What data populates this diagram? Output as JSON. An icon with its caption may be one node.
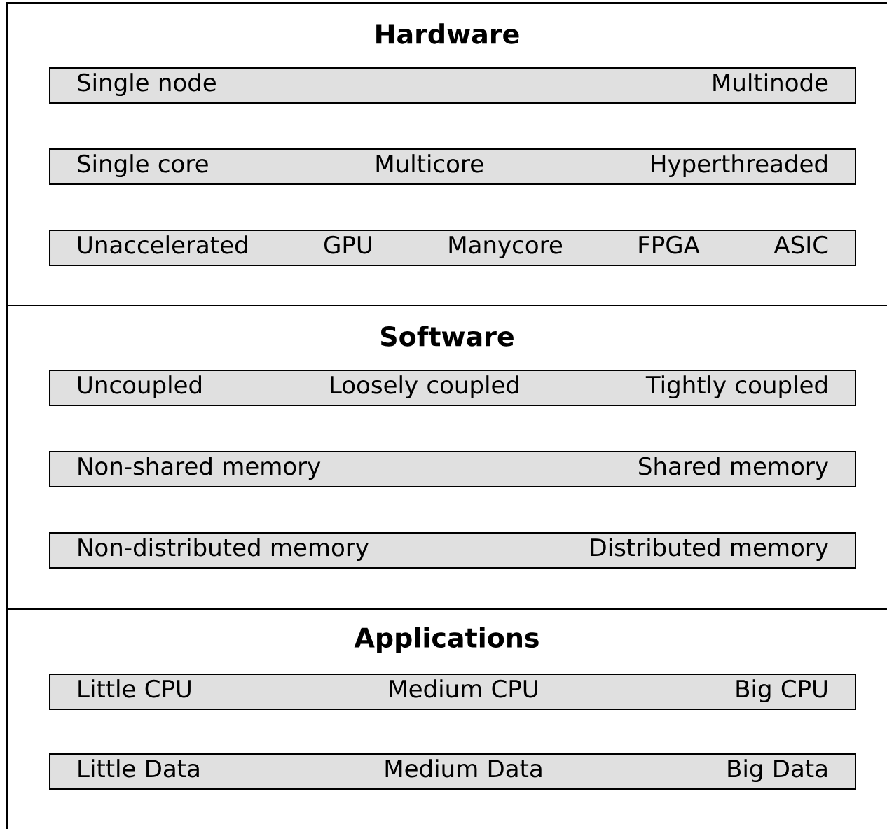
{
  "diagram": {
    "nodes": [
      {
        "text": [
          "Hardware"
        ]
      },
      {
        "text": [
          "Single node",
          "Multinode"
        ],
        "in": 0
      },
      {
        "text": [
          "Single core",
          "Multicore",
          "Hyperthreaded"
        ],
        "in": 0
      },
      {
        "text": [
          "Unaccelerated",
          "GPU",
          "Manycore",
          "FPGA",
          "ASIC"
        ],
        "in": 0
      },
      {
        "text": [
          "Software"
        ]
      },
      {
        "text": [
          "Uncoupled",
          "Loosely coupled",
          "Tightly coupled"
        ],
        "in": 4
      },
      {
        "text": [
          "Non-shared memory",
          "Shared memory"
        ],
        "in": 4
      },
      {
        "text": [
          "Non-distributed memory",
          "Distributed memory"
        ],
        "in": 4
      },
      {
        "text": [
          "Applications"
        ]
      },
      {
        "text": [
          "Little CPU",
          "Medium CPU",
          "Big CPU"
        ],
        "in": 8
      },
      {
        "text": [
          "Little Data",
          "Medium Data",
          "Big Data"
        ],
        "in": 8
      }
    ]
  }
}
